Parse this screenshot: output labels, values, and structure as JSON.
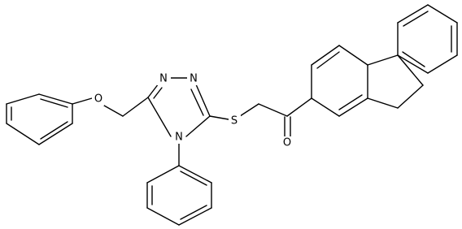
{
  "diagram": {
    "type": "chemical-structure",
    "atom_labels": {
      "n1": "N",
      "n2": "N",
      "n4": "N",
      "s": "S",
      "o_ether": "O",
      "o_carbonyl": "O"
    },
    "colors": {
      "bond": "#000000",
      "label": "#000000",
      "background": "#ffffff"
    }
  }
}
